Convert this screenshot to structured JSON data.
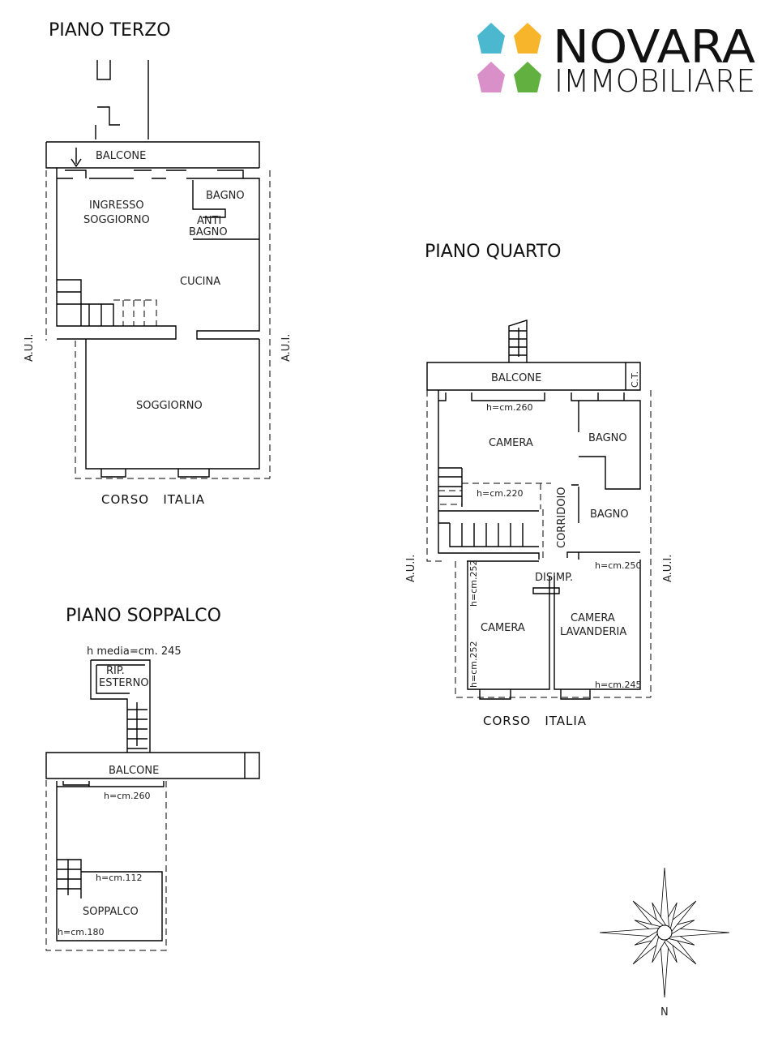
{
  "logo": {
    "line1": "NOVARA",
    "line2": "IMMOBILIARE",
    "colors": [
      "#4bb8d0",
      "#f7b52c",
      "#d98fc8",
      "#62b03f"
    ]
  },
  "piano_terzo": {
    "title": "PIANO TERZO",
    "rooms": {
      "balcone": "BALCONE",
      "ingresso": "INGRESSO",
      "soggiorno1": "SOGGIORNO",
      "bagno": "BAGNO",
      "anti": "ANTI",
      "bagno2": "BAGNO",
      "cucina": "CUCINA",
      "soggiorno": "SOGGIORNO"
    },
    "aui_left": "A.U.I.",
    "aui_right": "A.U.I.",
    "street": "CORSO   ITALIA"
  },
  "piano_quarto": {
    "title": "PIANO QUARTO",
    "rooms": {
      "balcone": "BALCONE",
      "ct": "C.T.",
      "camera1": "CAMERA",
      "bagno1": "BAGNO",
      "bagno2": "BAGNO",
      "corridoio": "CORRIDOIO",
      "disimp": "DISIMP.",
      "camera2": "CAMERA",
      "camera3": "CAMERA",
      "lavanderia": "LAVANDERIA"
    },
    "heights": {
      "h260": "h=cm.260",
      "h220": "h=cm.220",
      "h250": "h=cm.250",
      "h252a": "h=cm.252",
      "h252b": "h=cm.252",
      "h245": "h=cm.245"
    },
    "aui_left": "A.U.I.",
    "aui_right": "A.U.I.",
    "street": "CORSO   ITALIA"
  },
  "piano_soppalco": {
    "title": "PIANO SOPPALCO",
    "h_media": "h media=cm. 245",
    "rooms": {
      "rip": "RIP.",
      "esterno": "ESTERNO",
      "balcone": "BALCONE",
      "soppalco": "SOPPALCO"
    },
    "heights": {
      "h260": "h=cm.260",
      "h112": "h=cm.112",
      "h180": "h=cm.180"
    }
  },
  "compass": {
    "north": "N"
  }
}
